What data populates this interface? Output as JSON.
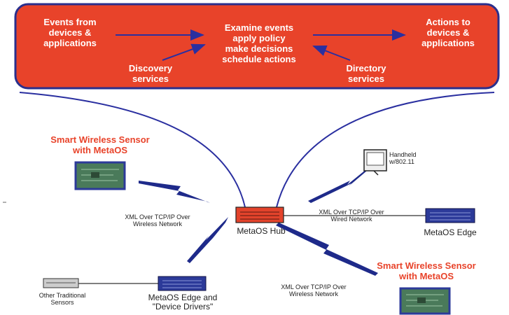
{
  "colors": {
    "banner_fill": "#e8432a",
    "banner_border": "#2a2f8c",
    "arrow_blue": "#2a2fa0",
    "device_blue": "#2c3a99",
    "hub_red": "#e3432b",
    "sensor_green": "#4a7a5a",
    "lightning": "#1e2a8a"
  },
  "banner": {
    "events_from": "Events from\ndevices &\napplications",
    "examine": "Examine events\napply policy\nmake decisions\nschedule actions",
    "actions_to": "Actions to\ndevices &\napplications",
    "discovery": "Discovery\nservices",
    "directory": "Directory\nservices"
  },
  "nodes": {
    "sensor_top_title": "Smart Wireless Sensor\nwith MetaOS",
    "handheld": "Handheld\nw/802.11",
    "hub": "MetaOS Hub",
    "edge_right": "MetaOS Edge",
    "edge_bottom": "MetaOS Edge and\n\"Device Drivers\"",
    "other_sensors": "Other Traditional\nSensors",
    "sensor_bottom_title": "Smart Wireless Sensor\nwith MetaOS"
  },
  "links": {
    "wireless_left": "XML Over TCP/IP Over\nWireless Network",
    "wired_right": "XML Over TCP/IP Over\nWired Network",
    "wireless_bottom": "XML Over TCP/IP Over\nWireless Network"
  }
}
